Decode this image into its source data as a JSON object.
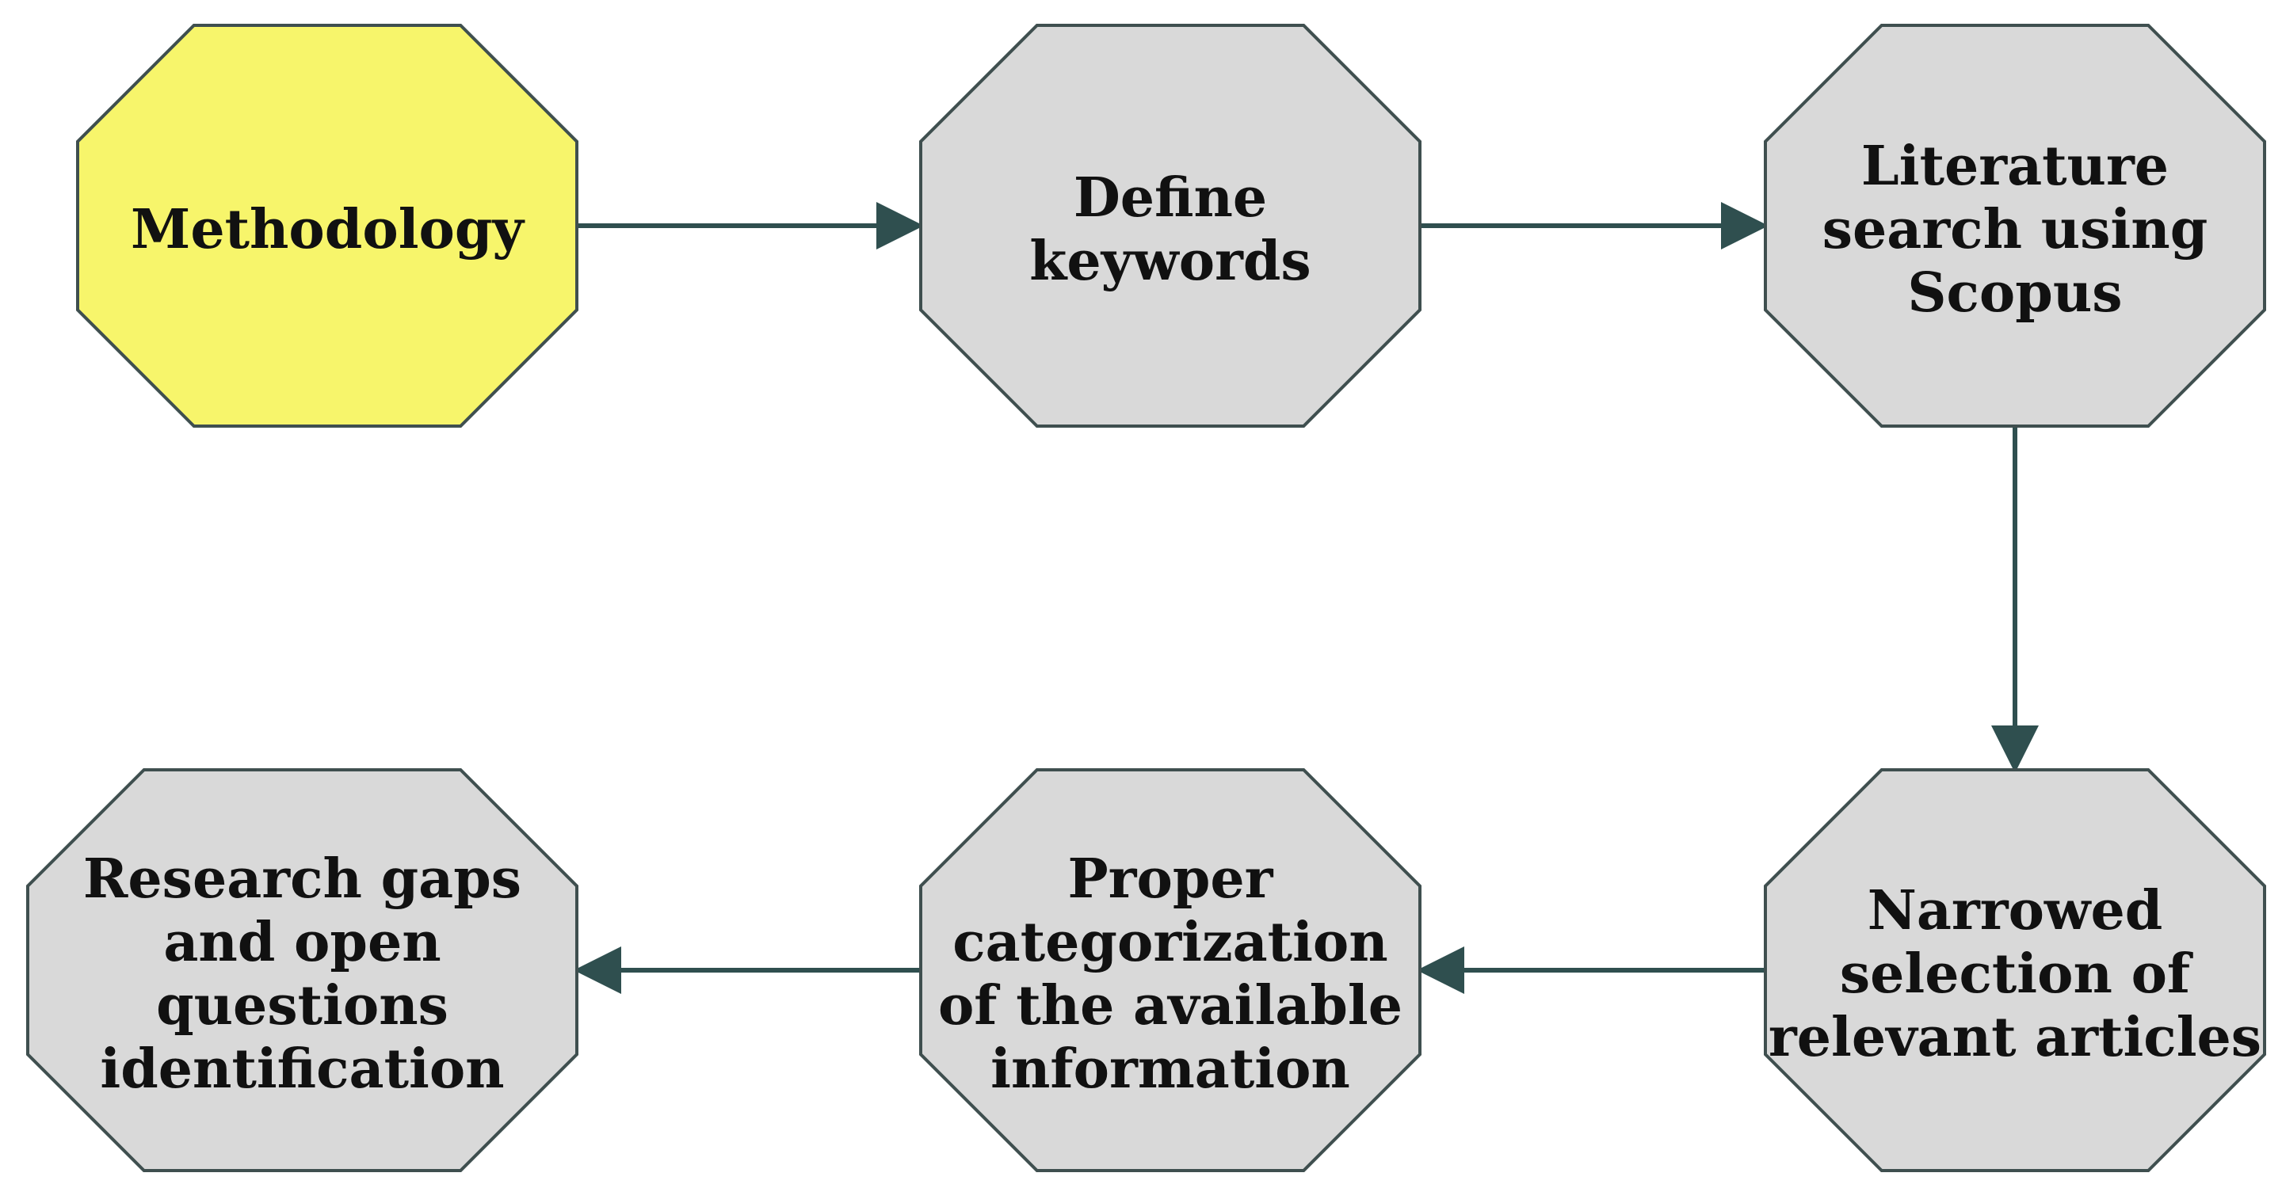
{
  "colors": {
    "start_fill": "#f7f56b",
    "step_fill": "#d9d9d9",
    "outline": "#3f4f4f",
    "arrow": "#2f4f4f"
  },
  "nodes": [
    {
      "id": "methodology",
      "lines": [
        "Methodology"
      ],
      "fill": "#f7f56b"
    },
    {
      "id": "define-keywords",
      "lines": [
        "Define",
        "keywords"
      ],
      "fill": "#d9d9d9"
    },
    {
      "id": "literature-search",
      "lines": [
        "Literature",
        "search using",
        "Scopus"
      ],
      "fill": "#d9d9d9"
    },
    {
      "id": "narrowed-selection",
      "lines": [
        "Narrowed",
        "selection of",
        "relevant articles"
      ],
      "fill": "#d9d9d9"
    },
    {
      "id": "proper-categorization",
      "lines": [
        "Proper",
        "categorization",
        "of the available",
        "information"
      ],
      "fill": "#d9d9d9"
    },
    {
      "id": "research-gaps",
      "lines": [
        "Research gaps",
        "and open",
        "questions",
        "identification"
      ],
      "fill": "#d9d9d9"
    }
  ],
  "edges": [
    {
      "from": "methodology",
      "to": "define-keywords"
    },
    {
      "from": "define-keywords",
      "to": "literature-search"
    },
    {
      "from": "literature-search",
      "to": "narrowed-selection"
    },
    {
      "from": "narrowed-selection",
      "to": "proper-categorization"
    },
    {
      "from": "proper-categorization",
      "to": "research-gaps"
    }
  ]
}
